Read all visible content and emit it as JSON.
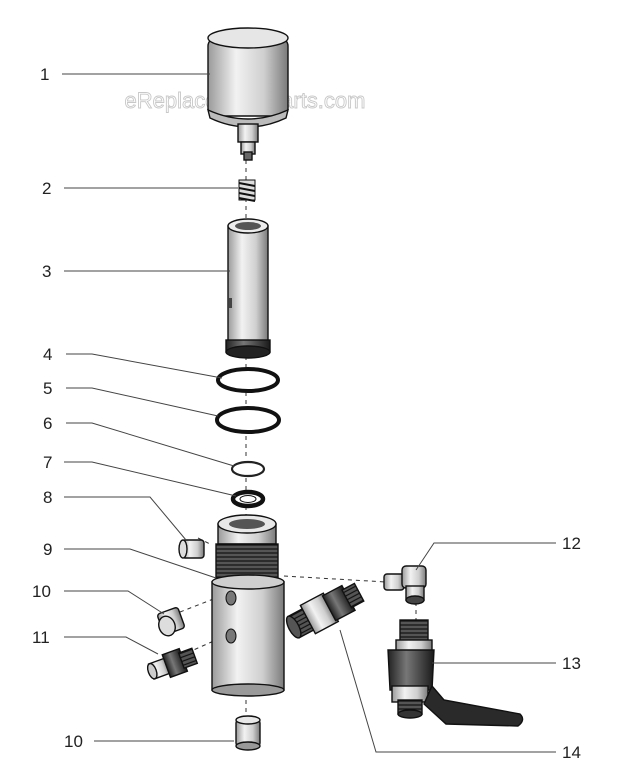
{
  "watermark": "eReplacementParts.com",
  "callouts": {
    "c1": "1",
    "c2": "2",
    "c3": "3",
    "c4": "4",
    "c5": "5",
    "c6": "6",
    "c7": "7",
    "c8": "8",
    "c9": "9",
    "c10a": "10",
    "c11": "11",
    "c10b": "10",
    "c12": "12",
    "c13": "13",
    "c14": "14"
  }
}
